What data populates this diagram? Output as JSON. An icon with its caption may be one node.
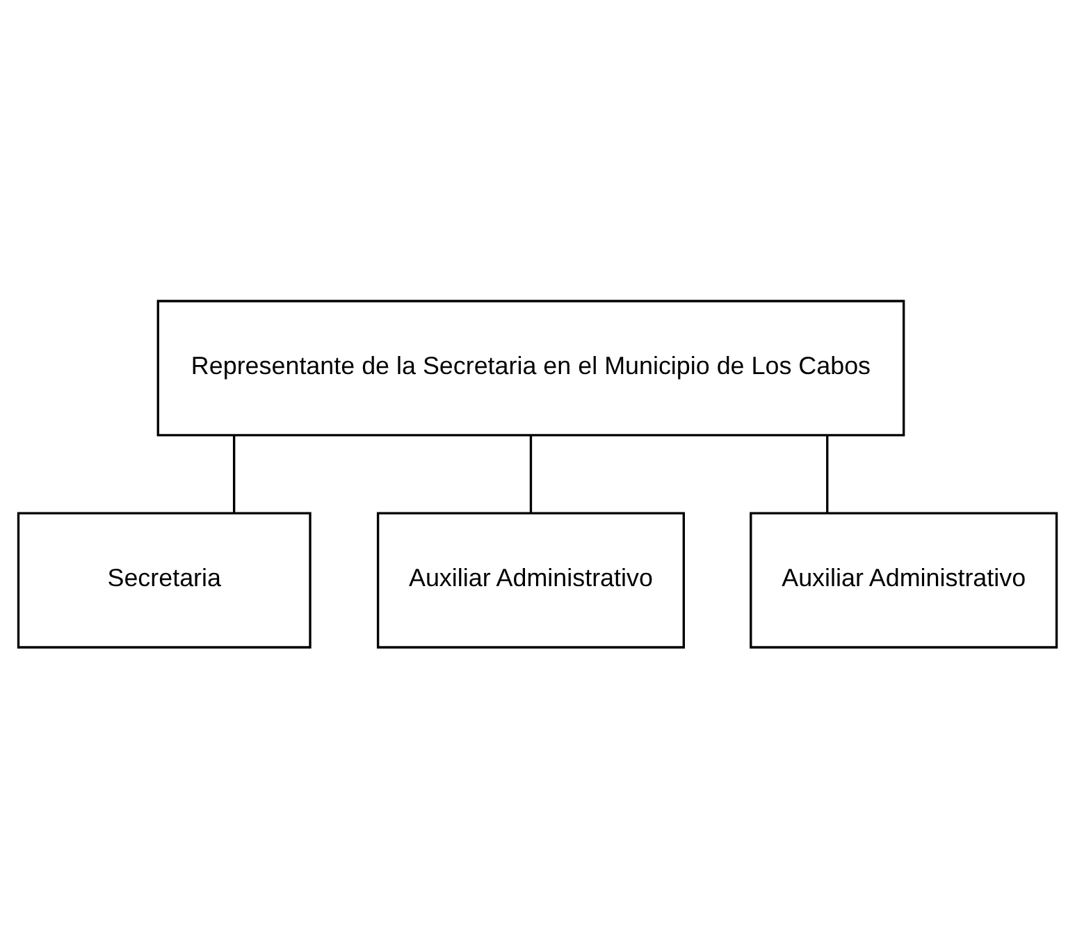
{
  "diagram": {
    "nodes": [
      {
        "text": [
          "Representante de la Secretaria en el Municipio de Los Cabos"
        ]
      },
      {
        "text": [
          "Secretaria"
        ]
      },
      {
        "text": [
          "Auxiliar Administrativo"
        ]
      },
      {
        "text": [
          "Auxiliar Administrativo"
        ]
      }
    ],
    "edges": [
      {
        "from": 0,
        "to": 1,
        "arrow": "none"
      },
      {
        "from": 0,
        "to": 2,
        "arrow": "none"
      },
      {
        "from": 0,
        "to": 3,
        "arrow": "none"
      }
    ]
  }
}
